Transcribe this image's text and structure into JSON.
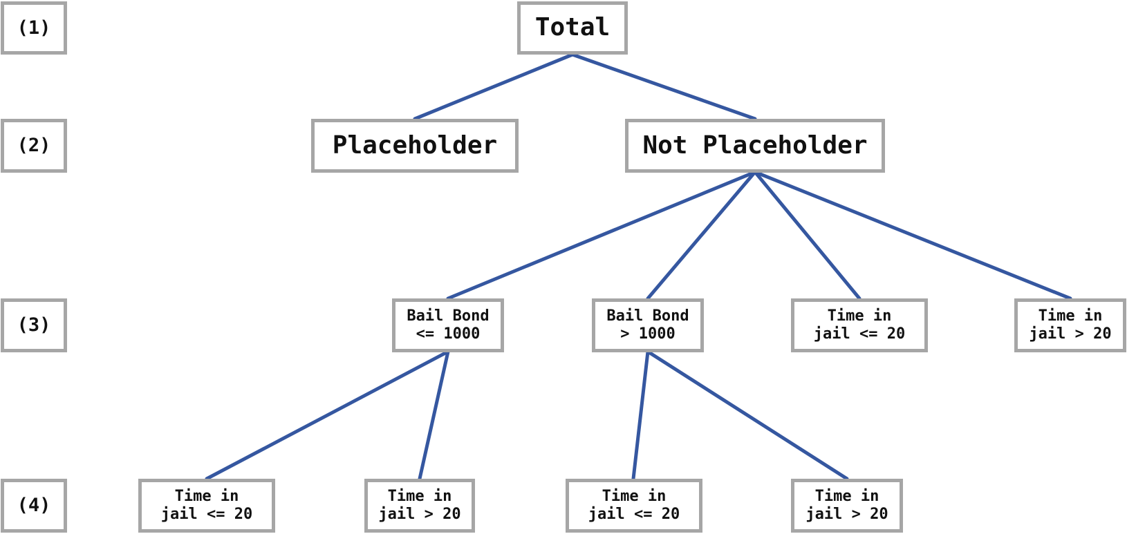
{
  "levels": [
    "(1)",
    "(2)",
    "(3)",
    "(4)"
  ],
  "nodes": {
    "total": "Total",
    "placeholder": "Placeholder",
    "not_placeholder": "Not Placeholder",
    "bail_le_1000": {
      "line1": "Bail Bond",
      "line2": "<= 1000"
    },
    "bail_gt_1000": {
      "line1": "Bail Bond",
      "line2": "> 1000"
    },
    "jail_le_20_a": {
      "line1": "Time in",
      "line2": "jail <= 20"
    },
    "jail_gt_20_a": {
      "line1": "Time in",
      "line2": "jail > 20"
    },
    "l4_jail_le_20_a": {
      "line1": "Time in",
      "line2": "jail <= 20"
    },
    "l4_jail_gt_20_a": {
      "line1": "Time in",
      "line2": "jail > 20"
    },
    "l4_jail_le_20_b": {
      "line1": "Time in",
      "line2": "jail <= 20"
    },
    "l4_jail_gt_20_b": {
      "line1": "Time in",
      "line2": "jail > 20"
    }
  },
  "colors": {
    "edge": "#3557a0",
    "border": "#a6a6a6",
    "text": "#111111"
  }
}
